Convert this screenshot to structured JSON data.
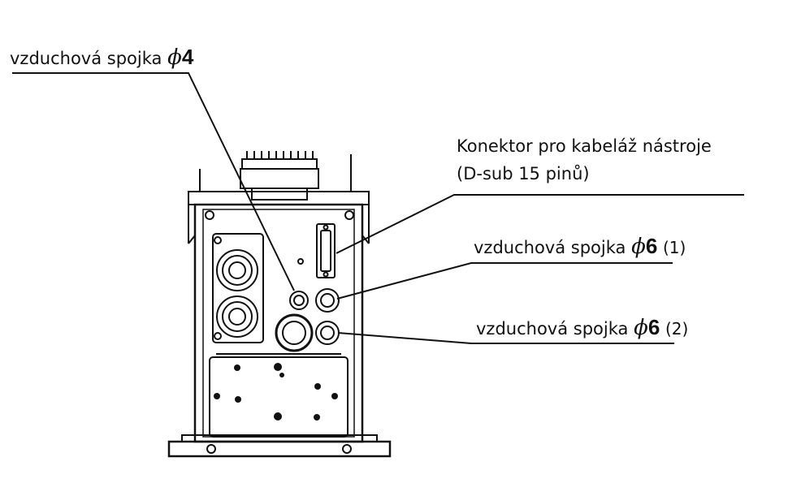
{
  "labels": {
    "air4": {
      "text": "vzduchová spojka",
      "symbol": "ϕ",
      "size": "4"
    },
    "connector": {
      "line1": "Konektor pro kabeláž nástroje",
      "line2": "(D-sub 15 pinů)"
    },
    "air6_1": {
      "text": "vzduchová spojka",
      "symbol": "ϕ",
      "size": "6",
      "index": "(1)"
    },
    "air6_2": {
      "text": "vzduchová spojka",
      "symbol": "ϕ",
      "size": "6",
      "index": "(2)"
    }
  }
}
